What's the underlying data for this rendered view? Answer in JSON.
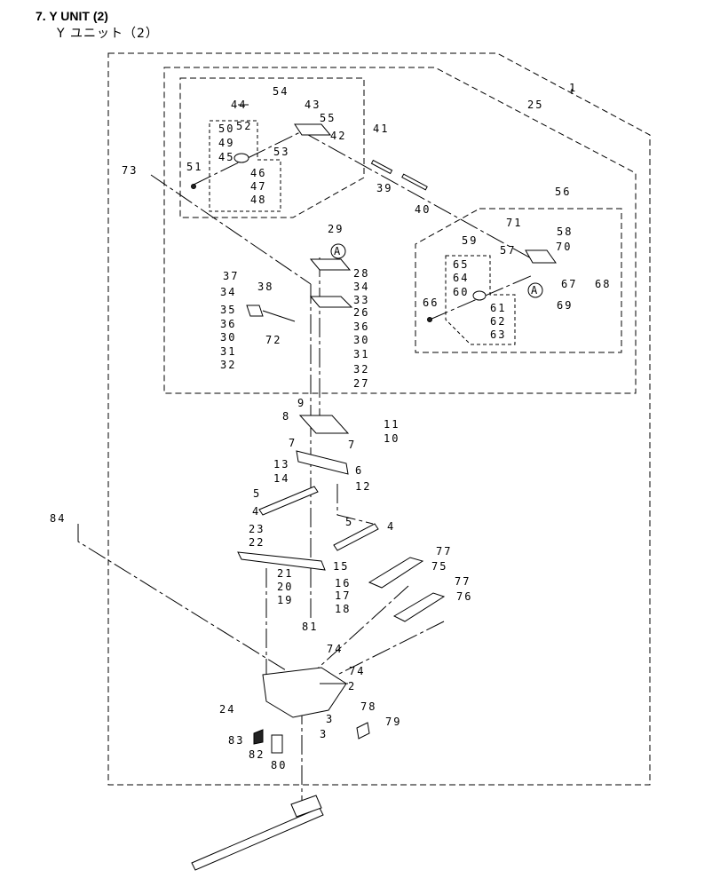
{
  "header": {
    "title": "7.  Y UNIT (2)",
    "subtitle": "Y ユニット（2）"
  },
  "callouts": {
    "c1": "1",
    "c2": "2",
    "c3a": "3",
    "c3b": "3",
    "c4a": "4",
    "c4b": "4",
    "c5a": "5",
    "c5b": "5",
    "c6": "6",
    "c7a": "7",
    "c7b": "7",
    "c8": "8",
    "c9": "9",
    "c10": "10",
    "c11": "11",
    "c12": "12",
    "c13": "13",
    "c14": "14",
    "c15": "15",
    "c16": "16",
    "c17": "17",
    "c18": "18",
    "c19": "19",
    "c20": "20",
    "c21": "21",
    "c22": "22",
    "c23": "23",
    "c24": "24",
    "c25": "25",
    "c26": "26",
    "c27": "27",
    "c28": "28",
    "c29": "29",
    "c30a": "30",
    "c30b": "30",
    "c31a": "31",
    "c31b": "31",
    "c32a": "32",
    "c32b": "32",
    "c33": "33",
    "c34a": "34",
    "c34b": "34",
    "c35": "35",
    "c36a": "36",
    "c36b": "36",
    "c37": "37",
    "c38": "38",
    "c39": "39",
    "c40": "40",
    "c41": "41",
    "c42": "42",
    "c43": "43",
    "c44": "44",
    "c45": "45",
    "c46": "46",
    "c47": "47",
    "c48": "48",
    "c49": "49",
    "c50": "50",
    "c51": "51",
    "c52": "52",
    "c53": "53",
    "c54": "54",
    "c55": "55",
    "c56": "56",
    "c57": "57",
    "c58": "58",
    "c59": "59",
    "c60": "60",
    "c61": "61",
    "c62": "62",
    "c63": "63",
    "c64": "64",
    "c65": "65",
    "c66": "66",
    "c67": "67",
    "c68": "68",
    "c69": "69",
    "c70": "70",
    "c71": "71",
    "c72": "72",
    "c73": "73",
    "c74a": "74",
    "c74b": "74",
    "c75": "75",
    "c76": "76",
    "c77a": "77",
    "c77b": "77",
    "c78": "78",
    "c79": "79",
    "c80": "80",
    "c81": "81",
    "c82": "82",
    "c83": "83",
    "c84": "84",
    "refA1": "A",
    "refA2": "A"
  }
}
